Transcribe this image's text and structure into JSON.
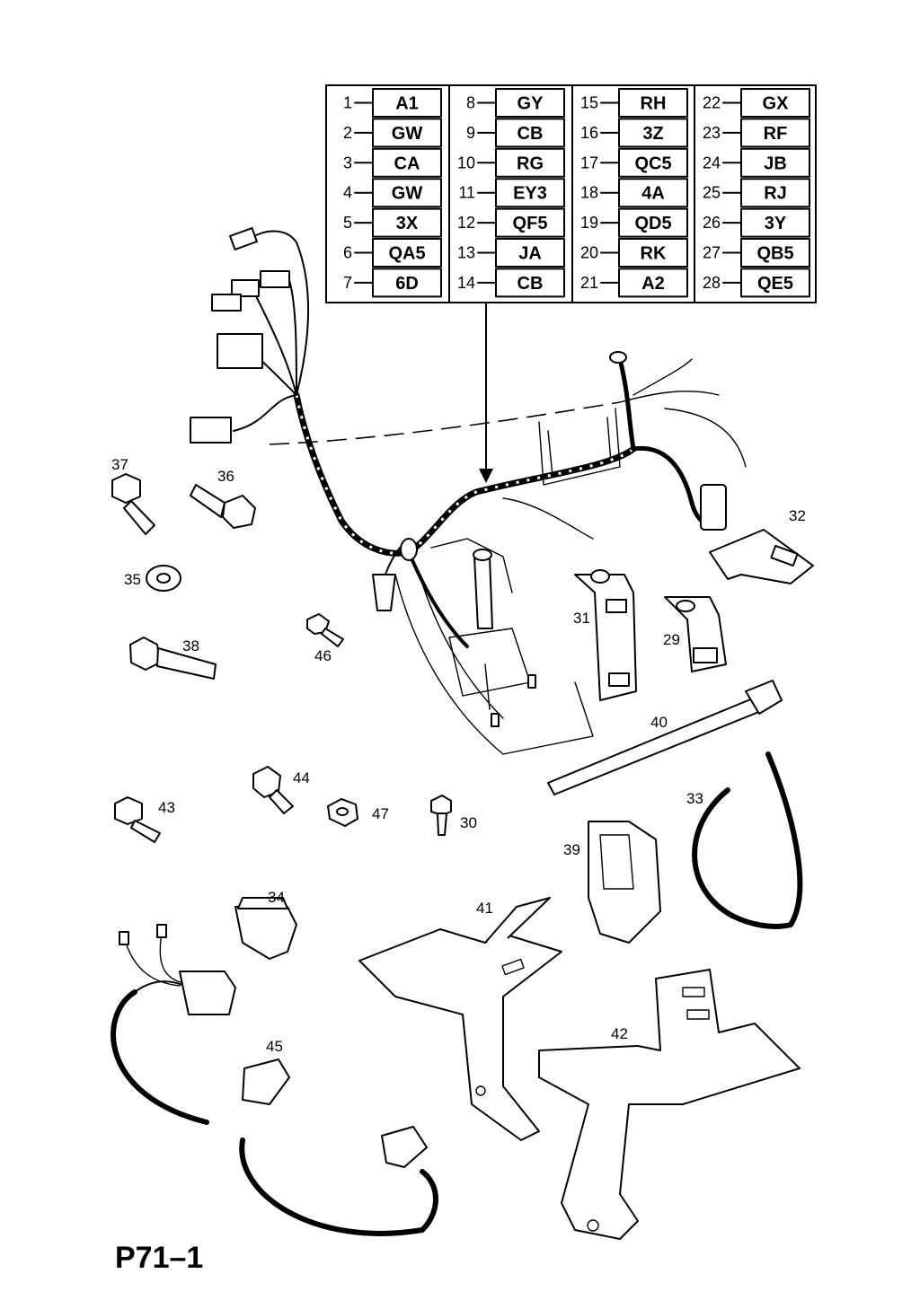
{
  "title": "P71–1",
  "code_table": {
    "columns": [
      [
        {
          "num": "1",
          "code": "A1"
        },
        {
          "num": "2",
          "code": "GW"
        },
        {
          "num": "3",
          "code": "CA"
        },
        {
          "num": "4",
          "code": "GW"
        },
        {
          "num": "5",
          "code": "3X"
        },
        {
          "num": "6",
          "code": "QA5"
        },
        {
          "num": "7",
          "code": "6D"
        }
      ],
      [
        {
          "num": "8",
          "code": "GY"
        },
        {
          "num": "9",
          "code": "CB"
        },
        {
          "num": "10",
          "code": "RG"
        },
        {
          "num": "11",
          "code": "EY3"
        },
        {
          "num": "12",
          "code": "QF5"
        },
        {
          "num": "13",
          "code": "JA"
        },
        {
          "num": "14",
          "code": "CB"
        }
      ],
      [
        {
          "num": "15",
          "code": "RH"
        },
        {
          "num": "16",
          "code": "3Z"
        },
        {
          "num": "17",
          "code": "QC5"
        },
        {
          "num": "18",
          "code": "4A"
        },
        {
          "num": "19",
          "code": "QD5"
        },
        {
          "num": "20",
          "code": "RK"
        },
        {
          "num": "21",
          "code": "A2"
        }
      ],
      [
        {
          "num": "22",
          "code": "GX"
        },
        {
          "num": "23",
          "code": "RF"
        },
        {
          "num": "24",
          "code": "JB"
        },
        {
          "num": "25",
          "code": "RJ"
        },
        {
          "num": "26",
          "code": "3Y"
        },
        {
          "num": "27",
          "code": "QB5"
        },
        {
          "num": "28",
          "code": "QE5"
        }
      ]
    ]
  },
  "callouts": {
    "p29": "29",
    "p30": "30",
    "p31": "31",
    "p32": "32",
    "p33": "33",
    "p34": "34",
    "p35": "35",
    "p36": "36",
    "p37": "37",
    "p38": "38",
    "p39": "39",
    "p40": "40",
    "p41": "41",
    "p42": "42",
    "p43": "43",
    "p44": "44",
    "p45": "45",
    "p46": "46",
    "p47": "47"
  }
}
